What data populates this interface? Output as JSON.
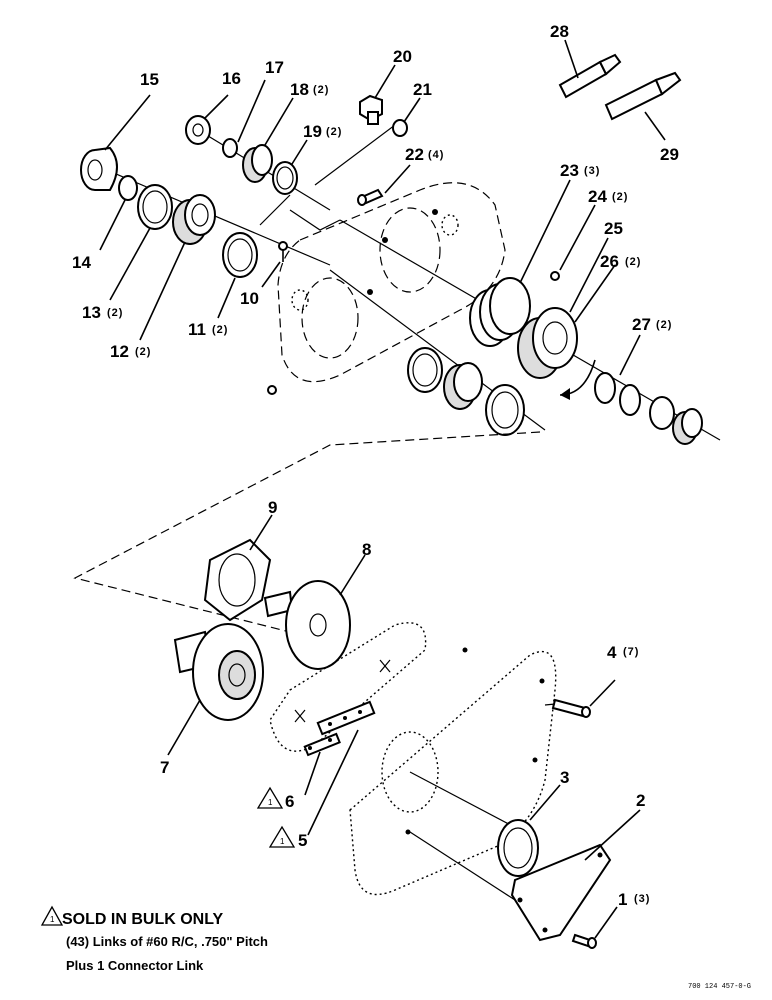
{
  "callouts": [
    {
      "num": "1",
      "qty": "(3)"
    },
    {
      "num": "2",
      "qty": ""
    },
    {
      "num": "3",
      "qty": ""
    },
    {
      "num": "4",
      "qty": "(7)"
    },
    {
      "num": "5",
      "qty": ""
    },
    {
      "num": "6",
      "qty": ""
    },
    {
      "num": "7",
      "qty": ""
    },
    {
      "num": "8",
      "qty": ""
    },
    {
      "num": "9",
      "qty": ""
    },
    {
      "num": "10",
      "qty": ""
    },
    {
      "num": "11",
      "qty": "(2)"
    },
    {
      "num": "12",
      "qty": "(2)"
    },
    {
      "num": "13",
      "qty": "(2)"
    },
    {
      "num": "14",
      "qty": ""
    },
    {
      "num": "15",
      "qty": ""
    },
    {
      "num": "16",
      "qty": ""
    },
    {
      "num": "17",
      "qty": ""
    },
    {
      "num": "18",
      "qty": "(2)"
    },
    {
      "num": "19",
      "qty": "(2)"
    },
    {
      "num": "20",
      "qty": ""
    },
    {
      "num": "21",
      "qty": ""
    },
    {
      "num": "22",
      "qty": "(4)"
    },
    {
      "num": "23",
      "qty": "(3)"
    },
    {
      "num": "24",
      "qty": "(2)"
    },
    {
      "num": "25",
      "qty": ""
    },
    {
      "num": "26",
      "qty": "(2)"
    },
    {
      "num": "27",
      "qty": "(2)"
    },
    {
      "num": "28",
      "qty": ""
    },
    {
      "num": "29",
      "qty": ""
    }
  ],
  "note": {
    "marker": "1",
    "title": "SOLD IN BULK ONLY",
    "line1": "(43) Links of #60 R/C, .750\" Pitch",
    "line2": "Plus 1 Connector Link"
  },
  "drawing_code": "700 124 457-0-G"
}
